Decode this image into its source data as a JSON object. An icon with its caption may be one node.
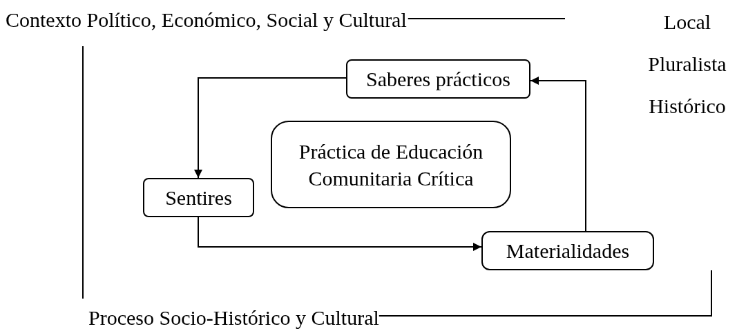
{
  "diagram": {
    "nodes": [
      {
        "text": [
          "Contexto Político, Económico, Social y Cultural"
        ]
      },
      {
        "text": [
          "Local"
        ]
      },
      {
        "text": [
          "Pluralista"
        ]
      },
      {
        "text": [
          "Histórico"
        ]
      },
      {
        "text": [
          "Saberes prácticos"
        ]
      },
      {
        "text": [
          "Práctica de Educación Comunitaria Crítica"
        ]
      },
      {
        "text": [
          "Sentires"
        ]
      },
      {
        "text": [
          "Materialidades"
        ]
      },
      {
        "text": [
          "Proceso Socio-Histórico y Cultural"
        ]
      }
    ],
    "edges": [
      {
        "from": 0,
        "to": null,
        "arrow": "none"
      },
      {
        "from": 0,
        "to": 8,
        "arrow": "none"
      },
      {
        "from": 8,
        "to": null,
        "arrow": "none"
      },
      {
        "from": 4,
        "to": 6,
        "arrow": "to"
      },
      {
        "from": 6,
        "to": 7,
        "arrow": "to"
      },
      {
        "from": 7,
        "to": 4,
        "arrow": "to"
      }
    ]
  }
}
